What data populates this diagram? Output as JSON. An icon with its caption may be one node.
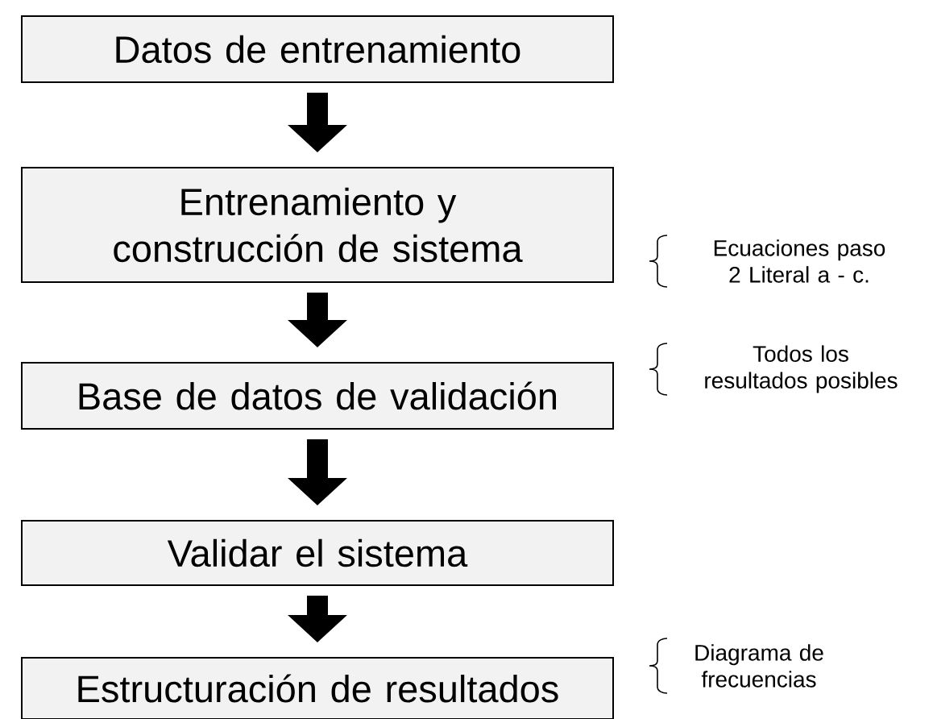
{
  "diagram": {
    "nodes": [
      {
        "text": [
          "Datos de entrenamiento"
        ]
      },
      {
        "text": [
          "Entrenamiento y construcción de sistema"
        ]
      },
      {
        "text": [
          "Base de datos de validación"
        ]
      },
      {
        "text": [
          "Validar el sistema"
        ]
      },
      {
        "text": [
          "Estructuración de resultados"
        ]
      }
    ],
    "edges": [
      {
        "from": 0,
        "to": 1,
        "arrow": "to"
      },
      {
        "from": 1,
        "to": 2,
        "arrow": "to"
      },
      {
        "from": 2,
        "to": 3,
        "arrow": "to"
      },
      {
        "from": 3,
        "to": 4,
        "arrow": "to"
      }
    ],
    "labels": [
      "Ecuaciones paso 2 Literal a - c.",
      "Todos los resultados posibles",
      "Diagrama de frecuencias"
    ]
  }
}
